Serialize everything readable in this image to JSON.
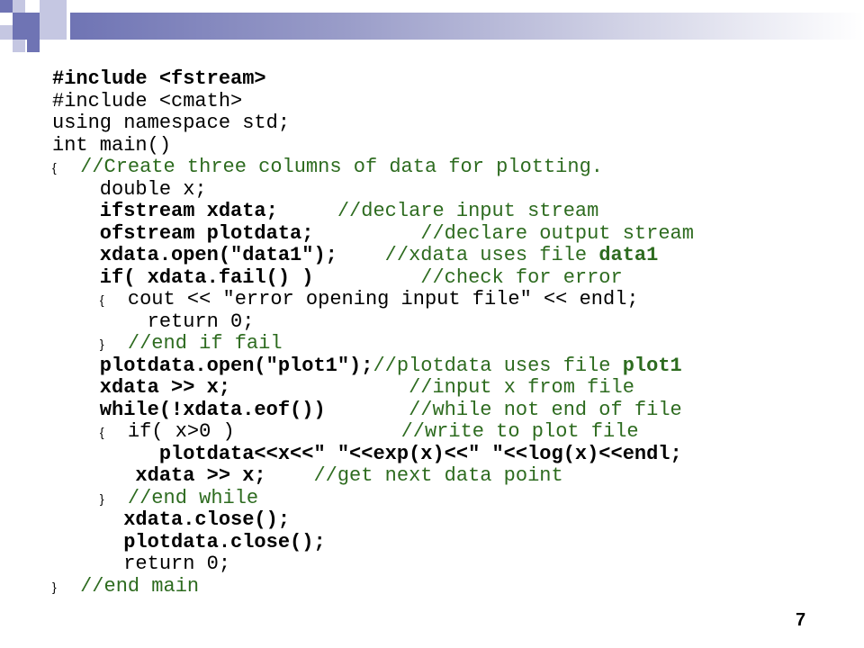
{
  "decoration": {
    "accent_dark": "#6f74b4",
    "accent_light": "#c5c7e2"
  },
  "code": {
    "lines": [
      [
        {
          "t": "#include <fstream>",
          "s": "b"
        }
      ],
      [
        {
          "t": "#include <cmath>",
          "s": ""
        }
      ],
      [
        {
          "t": "using namespace std;",
          "s": ""
        }
      ],
      [
        {
          "t": "int main()",
          "s": ""
        }
      ],
      [
        {
          "t": "{",
          "s": "brace"
        },
        {
          "t": "  //Create three columns of data for plotting.",
          "s": "c"
        }
      ],
      [
        {
          "t": "    double x;",
          "s": ""
        }
      ],
      [
        {
          "t": "    ifstream xdata;",
          "s": "b"
        },
        {
          "t": "     //declare input stream",
          "s": "c"
        }
      ],
      [
        {
          "t": "    ofstream plotdata;",
          "s": "b"
        },
        {
          "t": "         //declare output stream",
          "s": "c"
        }
      ],
      [
        {
          "t": "    xdata.open(\"data1\");",
          "s": "b"
        },
        {
          "t": "    //xdata uses file ",
          "s": "c"
        },
        {
          "t": "data1",
          "s": "cb"
        }
      ],
      [
        {
          "t": "    if( xdata.fail() )",
          "s": "b"
        },
        {
          "t": "         //check for error",
          "s": "c"
        }
      ],
      [
        {
          "t": "    ",
          "s": ""
        },
        {
          "t": "{",
          "s": "brace"
        },
        {
          "t": "  cout << \"error opening input file\" << endl;",
          "s": ""
        }
      ],
      [
        {
          "t": "        return 0;",
          "s": ""
        }
      ],
      [
        {
          "t": "    ",
          "s": ""
        },
        {
          "t": "}",
          "s": "brace"
        },
        {
          "t": "  ",
          "s": ""
        },
        {
          "t": "//end if fail",
          "s": "c"
        }
      ],
      [
        {
          "t": "    plotdata.open(\"plot1\");",
          "s": "b"
        },
        {
          "t": "//plotdata uses file ",
          "s": "c"
        },
        {
          "t": "plot1",
          "s": "cb"
        }
      ],
      [
        {
          "t": "    xdata >> x;",
          "s": "b"
        },
        {
          "t": "               //input x from file",
          "s": "c"
        }
      ],
      [
        {
          "t": "    while(!xdata.eof())",
          "s": "b"
        },
        {
          "t": "       //while not end of file",
          "s": "c"
        }
      ],
      [
        {
          "t": "    ",
          "s": ""
        },
        {
          "t": "{",
          "s": "brace"
        },
        {
          "t": "  if( x>0 )",
          "s": ""
        },
        {
          "t": "              //write to plot file",
          "s": "c"
        }
      ],
      [
        {
          "t": "         plotdata<<x<<\" \"<<exp(x)<<\" \"<<log(x)<<endl;",
          "s": "b"
        }
      ],
      [
        {
          "t": "       xdata >> x;",
          "s": "b"
        },
        {
          "t": "    //get next data point",
          "s": "c"
        }
      ],
      [
        {
          "t": "    ",
          "s": ""
        },
        {
          "t": "}",
          "s": "brace"
        },
        {
          "t": "  ",
          "s": ""
        },
        {
          "t": "//end while",
          "s": "c"
        }
      ],
      [
        {
          "t": "      xdata.close();",
          "s": "b"
        }
      ],
      [
        {
          "t": "      plotdata.close();",
          "s": "b"
        }
      ],
      [
        {
          "t": "      return 0;",
          "s": ""
        }
      ],
      [
        {
          "t": "}",
          "s": "brace"
        },
        {
          "t": "  //end main",
          "s": "c"
        }
      ]
    ]
  },
  "page_number": "7"
}
